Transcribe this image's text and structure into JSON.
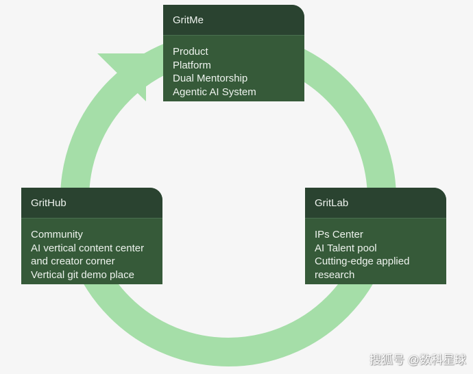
{
  "nodes": [
    {
      "title": "GritMe",
      "items": [
        "Product",
        "Platform",
        "Dual Mentorship",
        "Agentic AI System"
      ]
    },
    {
      "title": "GritHub",
      "items": [
        "Community",
        "AI vertical content center",
        "and creator corner",
        "Vertical git demo place"
      ]
    },
    {
      "title": "GritLab",
      "items": [
        "IPs Center",
        "AI Talent pool",
        "Cutting-edge applied",
        "research"
      ]
    }
  ],
  "colors": {
    "ring": "#a5dea8",
    "header": "#2a4330",
    "body": "#365a39"
  },
  "watermark": "搜狐号 @数科星球"
}
